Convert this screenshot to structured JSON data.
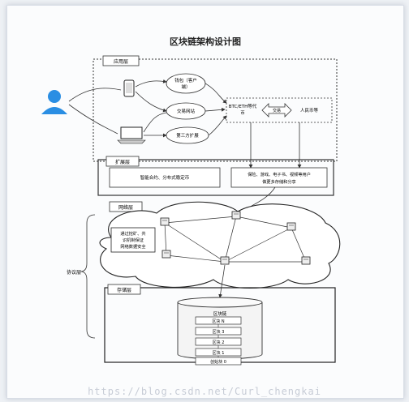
{
  "title": "区块链架构设计图",
  "layers": {
    "application": "应用层",
    "extension": "扩展层",
    "network": "网络层",
    "storage": "存储层",
    "protocol": "协议层"
  },
  "app": {
    "wallet_line1": "钱包（客户",
    "wallet_line2": "端）",
    "exchange": "交易网站",
    "third_party": "第三方扩展",
    "btc_line1": "BTC/ETH等代",
    "btc_line2": "币",
    "exchange_arrow": "交易",
    "fiat": "人民币等"
  },
  "extension": {
    "left": "智能合约、分布式稳定币",
    "right_line1": "保险、游戏、电子书、视频等用户",
    "right_line2": "做更多存储和分享"
  },
  "network": {
    "note_line1": "通过挖矿、共",
    "note_line2": "识机制保证",
    "note_line3": "网络数据安全"
  },
  "storage": {
    "chain_title": "区块链",
    "blocks": [
      "区块 N",
      "区块 3",
      "区块 2",
      "区块 1",
      "创始块 0"
    ]
  },
  "watermark": "https://blog.csdn.net/Curl_chengkai",
  "colors": {
    "line": "#333333",
    "box_fill": "#ffffff",
    "db_fill": "#f4f4f4",
    "user": "#2a8ee3"
  }
}
